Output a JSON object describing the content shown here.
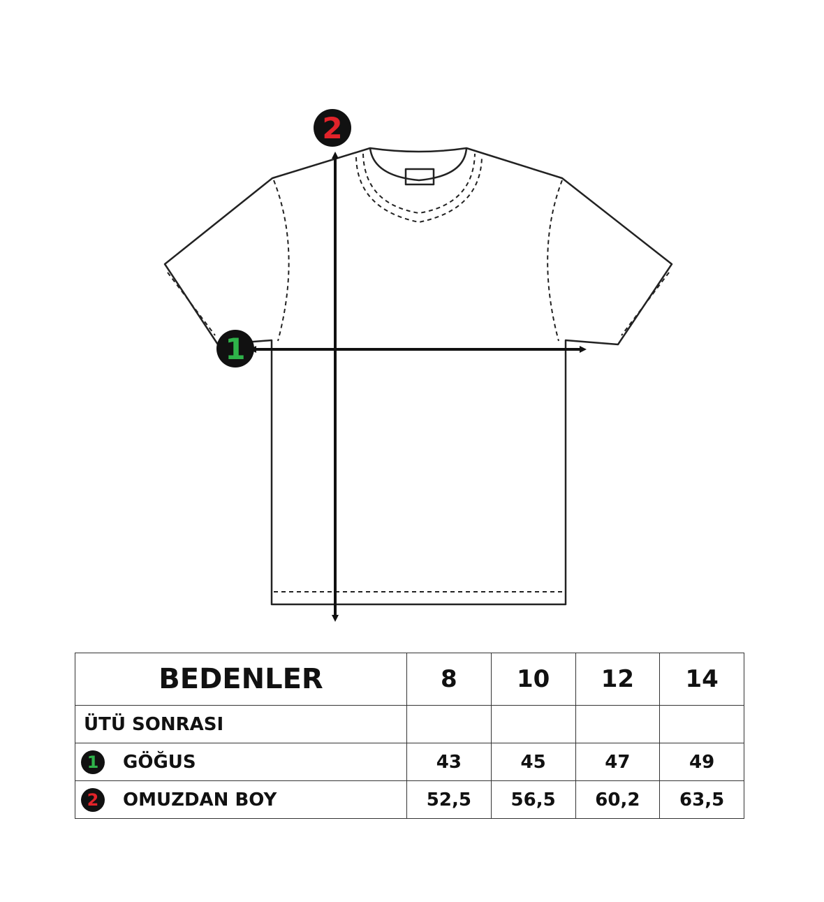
{
  "diagram": {
    "badges": [
      {
        "number": "1",
        "color": "#2fb34a"
      },
      {
        "number": "2",
        "color": "#e2232a"
      }
    ]
  },
  "table": {
    "header_label": "BEDENLER",
    "sizes": [
      "8",
      "10",
      "12",
      "14"
    ],
    "subheader_label": "ÜTÜ SONRASI",
    "measurements": [
      {
        "number": "1",
        "label": "GÖĞUS",
        "color": "#2fb34a",
        "values": [
          "43",
          "45",
          "47",
          "49"
        ]
      },
      {
        "number": "2",
        "label": "OMUZDAN BOY",
        "color": "#e2232a",
        "values": [
          "52,5",
          "56,5",
          "60,2",
          "63,5"
        ]
      }
    ]
  }
}
